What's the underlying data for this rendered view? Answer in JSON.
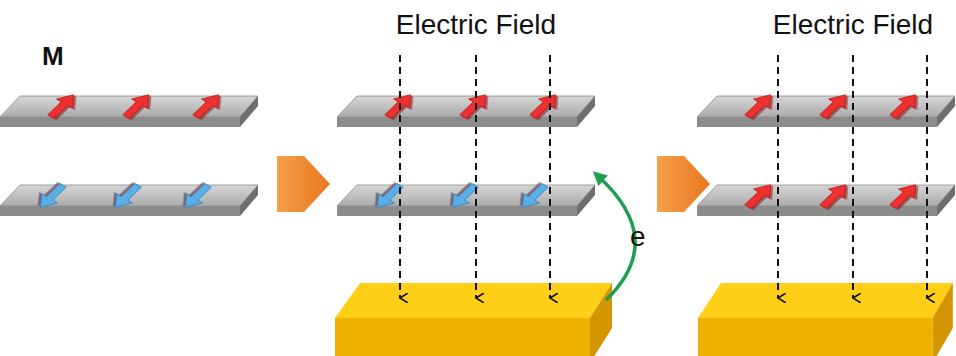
{
  "diagram": {
    "labels": [
      "M",
      "Electric Field",
      "Electric Field",
      "e"
    ]
  }
}
